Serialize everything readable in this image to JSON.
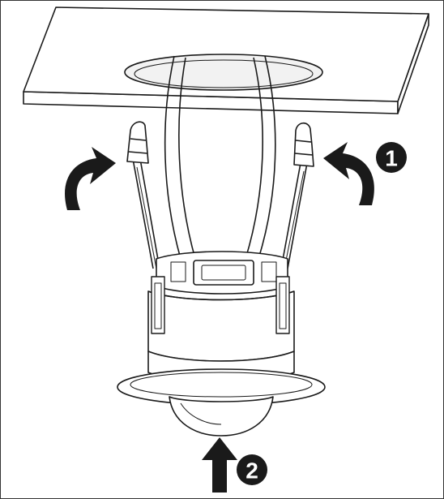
{
  "diagram": {
    "steps": [
      {
        "number": "1",
        "meaning": "spread-spring-clips"
      },
      {
        "number": "2",
        "meaning": "push-sensor-upward"
      }
    ],
    "colors": {
      "stroke": "#1a1a1a",
      "fill": "#ffffff",
      "badge": "#1a1a1a",
      "ceiling-hole": "#f2f2f2"
    }
  }
}
